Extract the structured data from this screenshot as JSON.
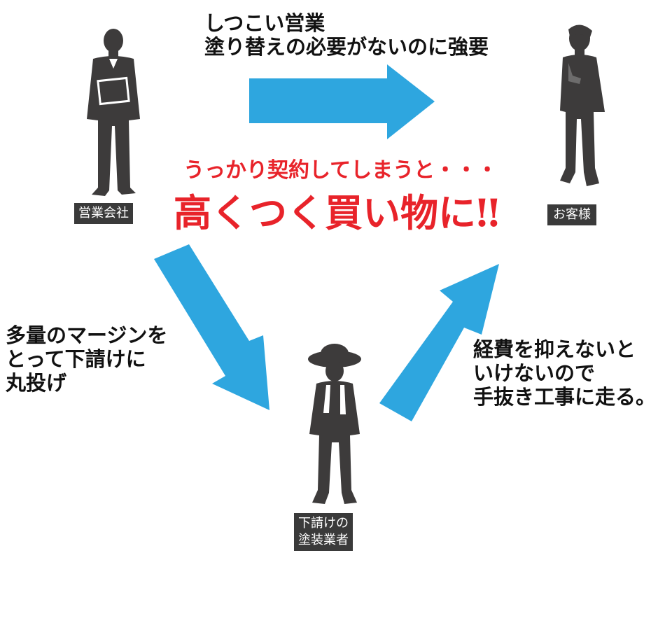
{
  "colors": {
    "arrow": "#2ea6df",
    "silhouette": "#3d3b3b",
    "badge_bg": "#3a3a3a",
    "accent_red": "#e8232a"
  },
  "top_text": [
    "しつこい営業",
    "塗り替えの必要がないのに強要"
  ],
  "headline": {
    "line1": "うっかり契約してしまうと・・・",
    "line2": "高くつく買い物に‼"
  },
  "left_text": [
    "多量のマージンを",
    "とって下請けに",
    "丸投げ"
  ],
  "right_text": [
    "経費を抑えないと",
    "いけないので",
    "手抜き工事に走る。"
  ],
  "badges": {
    "sales_company": "営業会社",
    "customer": "お客様",
    "subcontractor": [
      "下請けの",
      "塗装業者"
    ]
  },
  "icons": {
    "sales_person": "businessman-silhouette-icon",
    "customer_person": "customer-silhouette-icon",
    "worker_person": "painter-silhouette-icon"
  }
}
